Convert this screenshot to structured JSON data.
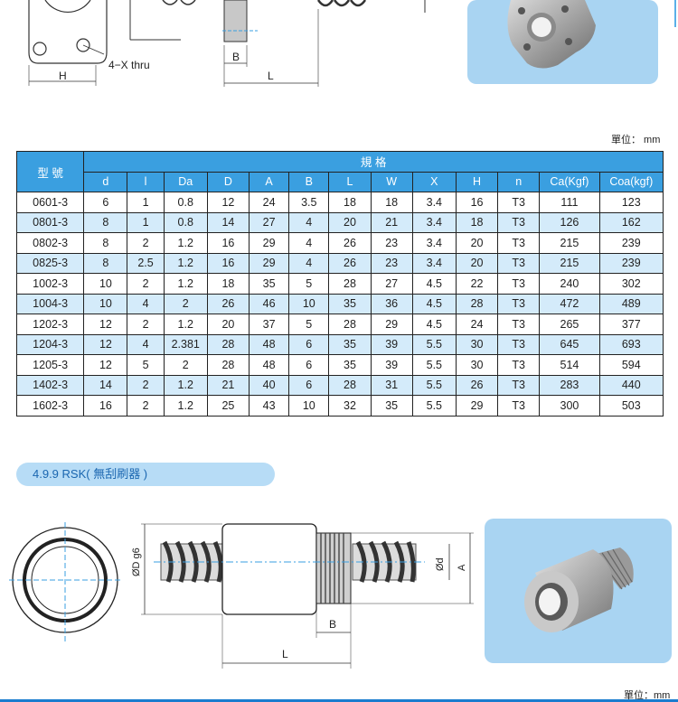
{
  "top_drawing": {
    "labels": {
      "holes": "4−X thru",
      "h": "H",
      "b": "B",
      "l": "L"
    }
  },
  "unit_label": "單位： mm",
  "table": {
    "model_header": "型 號",
    "spec_header": "規 格",
    "columns": [
      "d",
      "l",
      "Da",
      "D",
      "A",
      "B",
      "L",
      "W",
      "X",
      "H",
      "n",
      "Ca(Kgf)",
      "Coa(kgf)"
    ],
    "rows": [
      [
        "0601-3",
        "6",
        "1",
        "0.8",
        "12",
        "24",
        "3.5",
        "18",
        "18",
        "3.4",
        "16",
        "T3",
        "111",
        "123"
      ],
      [
        "0801-3",
        "8",
        "1",
        "0.8",
        "14",
        "27",
        "4",
        "20",
        "21",
        "3.4",
        "18",
        "T3",
        "126",
        "162"
      ],
      [
        "0802-3",
        "8",
        "2",
        "1.2",
        "16",
        "29",
        "4",
        "26",
        "23",
        "3.4",
        "20",
        "T3",
        "215",
        "239"
      ],
      [
        "0825-3",
        "8",
        "2.5",
        "1.2",
        "16",
        "29",
        "4",
        "26",
        "23",
        "3.4",
        "20",
        "T3",
        "215",
        "239"
      ],
      [
        "1002-3",
        "10",
        "2",
        "1.2",
        "18",
        "35",
        "5",
        "28",
        "27",
        "4.5",
        "22",
        "T3",
        "240",
        "302"
      ],
      [
        "1004-3",
        "10",
        "4",
        "2",
        "26",
        "46",
        "10",
        "35",
        "36",
        "4.5",
        "28",
        "T3",
        "472",
        "489"
      ],
      [
        "1202-3",
        "12",
        "2",
        "1.2",
        "20",
        "37",
        "5",
        "28",
        "29",
        "4.5",
        "24",
        "T3",
        "265",
        "377"
      ],
      [
        "1204-3",
        "12",
        "4",
        "2.381",
        "28",
        "48",
        "6",
        "35",
        "39",
        "5.5",
        "30",
        "T3",
        "645",
        "693"
      ],
      [
        "1205-3",
        "12",
        "5",
        "2",
        "28",
        "48",
        "6",
        "35",
        "39",
        "5.5",
        "30",
        "T3",
        "514",
        "594"
      ],
      [
        "1402-3",
        "14",
        "2",
        "1.2",
        "21",
        "40",
        "6",
        "28",
        "31",
        "5.5",
        "26",
        "T3",
        "283",
        "440"
      ],
      [
        "1602-3",
        "16",
        "2",
        "1.2",
        "25",
        "43",
        "10",
        "32",
        "35",
        "5.5",
        "29",
        "T3",
        "300",
        "503"
      ]
    ]
  },
  "section": {
    "title": "4.9.9  RSK( 無刮刷器 )"
  },
  "bottom_drawing": {
    "labels": {
      "od": "ØD g6",
      "d": "Ød",
      "a": "A",
      "b": "B",
      "l": "L"
    }
  },
  "bottom_unit_label": "單位：mm",
  "colors": {
    "header_blue": "#3a9fe0",
    "row_alt": "#d4ebfa",
    "photo_bg": "#a9d4f2",
    "accent": "#1a7ccf"
  }
}
